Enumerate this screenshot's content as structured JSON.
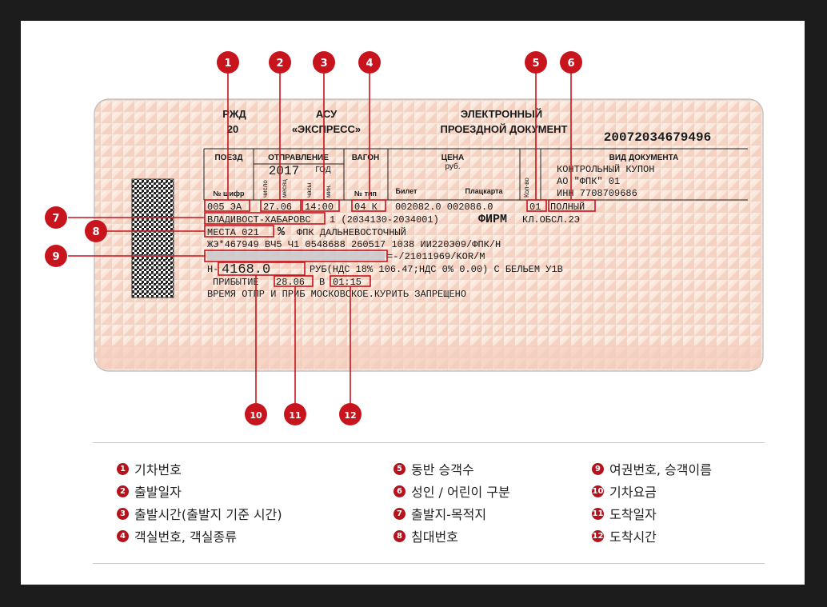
{
  "ticket": {
    "top_left": "РЖД",
    "top_left_num": "20",
    "asu": "АСУ",
    "express": "«ЭКСПРЕСС»",
    "doc_title_1": "ЭЛЕКТРОННЫЙ",
    "doc_title_2": "ПРОЕЗДНОЙ ДОКУМЕНТ",
    "serial": "20072034679496",
    "headers": {
      "train": "ПОЕЗД",
      "departure": "ОТПРАВЛЕНИЕ",
      "year": "2017",
      "year_suffix": "ГОД",
      "day": "число",
      "month": "месяц",
      "hours": "часы",
      "minutes": "мин.",
      "car": "ВАГОН",
      "price": "ЦЕНА",
      "currency": "руб.",
      "ticket": "Билет",
      "platzkart": "Плацкарта",
      "count": "Кол-во",
      "doc_type": "ВИД ДОКУМЕНТА",
      "train_num_label": "№ шифр",
      "car_num_label": "№ тип"
    },
    "doc_type_lines": [
      "КОНТРОЛЬНЫЙ КУПОН",
      "АО \"ФПК\" 01",
      "ИНН 7708709686"
    ],
    "row1": {
      "train": "005 ЭА",
      "date": "27.06",
      "time": "14:00",
      "car": "04 К",
      "prices": "002082.0 002086.0",
      "count": "01",
      "type": "ПОЛНЫЙ"
    },
    "route": "ВЛАДИВОСТ-ХАБАРОВС",
    "route_rest": "1 (2034130-2034001)",
    "firm": "ФИРМ",
    "class": "КЛ.ОБСЛ.2Э",
    "seat": "МЕСТА 021",
    "seat_symbol": "%",
    "carrier": "ФПК ДАЛЬНЕВОСТОЧНЫЙ",
    "code_line": "ЖЭ*467949 ВЧ5 Ч1 0548688 260517 1038 ИИ220Э09/ФПК/Н",
    "passport_tail": "=-/21011969/KOR/M",
    "fare_prefix": "Н-",
    "fare": "4168.0",
    "fare_rest": "РУБ(НДС 18% 106.47;НДС 0% 0.00) С БЕЛЬЕМ У1В",
    "arrival_label": "ПРИБЫТИЕ",
    "arrival_date": "28.06",
    "arrival_in": "В",
    "arrival_time": "01:15",
    "footer_line": "ВРЕМЯ ОТПР И ПРИБ МОСКОВСКОЕ.КУРИТЬ ЗАПРЕЩЕНО"
  },
  "callouts": [
    "1",
    "2",
    "3",
    "4",
    "5",
    "6",
    "7",
    "8",
    "9",
    "10",
    "11",
    "12"
  ],
  "legend": [
    {
      "num": "1",
      "text": "기차번호"
    },
    {
      "num": "2",
      "text": "출발일자"
    },
    {
      "num": "3",
      "text": "출발시간(출발지 기준 시간)"
    },
    {
      "num": "4",
      "text": "객실번호, 객실종류"
    },
    {
      "num": "5",
      "text": "동반 승객수"
    },
    {
      "num": "6",
      "text": "성인 / 어린이 구분"
    },
    {
      "num": "7",
      "text": "출발지-목적지"
    },
    {
      "num": "8",
      "text": "침대번호"
    },
    {
      "num": "9",
      "text": "여권번호, 승객이름"
    },
    {
      "num": "10",
      "text": "기차요금"
    },
    {
      "num": "11",
      "text": "도착일자"
    },
    {
      "num": "12",
      "text": "도착시간"
    }
  ],
  "colors": {
    "accent": "#b5121b",
    "frame": "#1c1c1c",
    "ticket_bg": "#fbe9df"
  }
}
